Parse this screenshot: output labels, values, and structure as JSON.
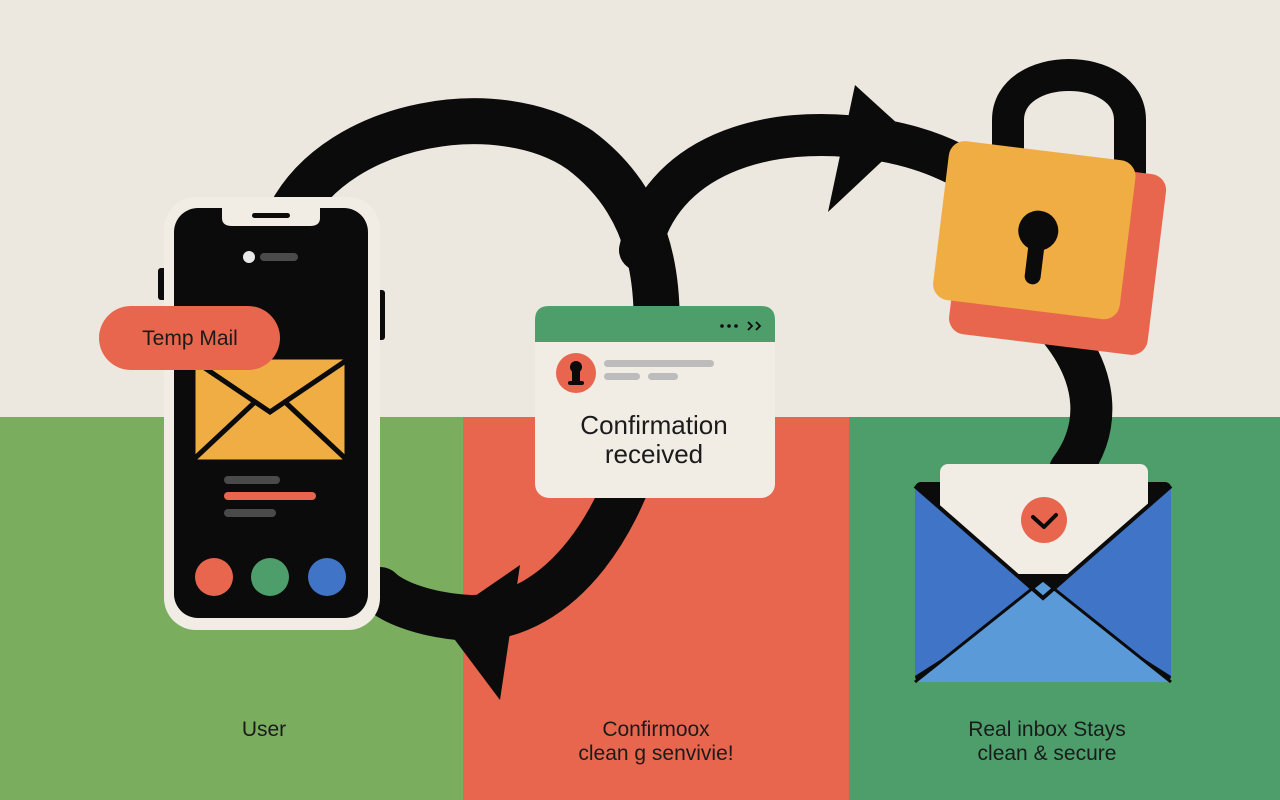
{
  "colors": {
    "background": "#ece7df",
    "green": "#7aad5e",
    "coral": "#e8664e",
    "teal_green": "#4d9e6b",
    "black": "#0b0b0b",
    "orange": "#f0ad43",
    "blue": "#3f74c6"
  },
  "phone": {
    "badge_label": "Temp Mail",
    "icon": "envelope-icon"
  },
  "notification": {
    "title_line1": "Confirmation",
    "title_line2": "received",
    "icon": "user-avatar-icon"
  },
  "lock": {
    "icon": "padlock-icon"
  },
  "inbox": {
    "icon": "checkmark-icon"
  },
  "captions": {
    "user": {
      "line1": "User"
    },
    "service": {
      "line1": "Confirmoox",
      "line2": "clean g senvivie!"
    },
    "inbox": {
      "line1": "Real inbox Stays",
      "line2": "clean & secure"
    }
  }
}
